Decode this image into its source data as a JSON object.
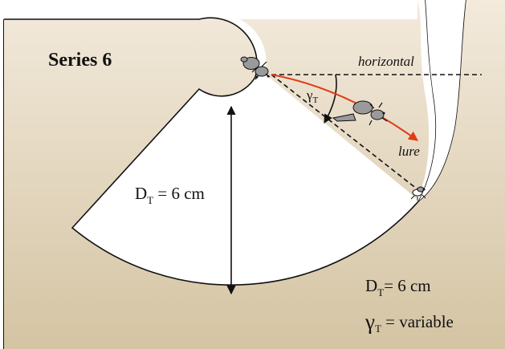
{
  "title": "Series 6",
  "labels": {
    "horizontal": "horizontal",
    "lure": "lure",
    "gamma_angle": {
      "symbol": "γ",
      "subscript": "T"
    },
    "distance_left": {
      "symbol": "D",
      "subscript": "T",
      "rest": " = 6 cm"
    },
    "distance_right": {
      "symbol": "D",
      "subscript": "T",
      "rest": "= 6 cm"
    },
    "gamma_variable": {
      "symbol": "γ",
      "subscript": "T",
      "rest": " = variable"
    }
  },
  "colors": {
    "ground_light": "#f3eadc",
    "ground_dark": "#d3c2a1",
    "pit": "#ffffff",
    "outline": "#111111",
    "trajectory": "#e23b17",
    "animal_body": "#9a9a9a"
  }
}
